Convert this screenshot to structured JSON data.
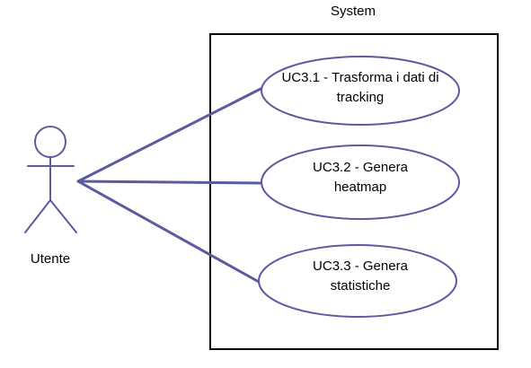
{
  "diagram": {
    "system_title": "System",
    "actor": {
      "name": "Utente"
    },
    "use_cases": [
      {
        "id": "UC3.1",
        "lines": [
          "UC3.1 - Trasforma i dati di",
          "tracking"
        ]
      },
      {
        "id": "UC3.2",
        "lines": [
          "UC3.2 - Genera",
          "heatmap"
        ]
      },
      {
        "id": "UC3.3",
        "lines": [
          "UC3.3 - Genera",
          "statistiche"
        ]
      }
    ],
    "colors": {
      "stroke_primary": "#5b5ba0",
      "boundary": "#000000",
      "text": "#000000",
      "background": "#ffffff"
    }
  }
}
